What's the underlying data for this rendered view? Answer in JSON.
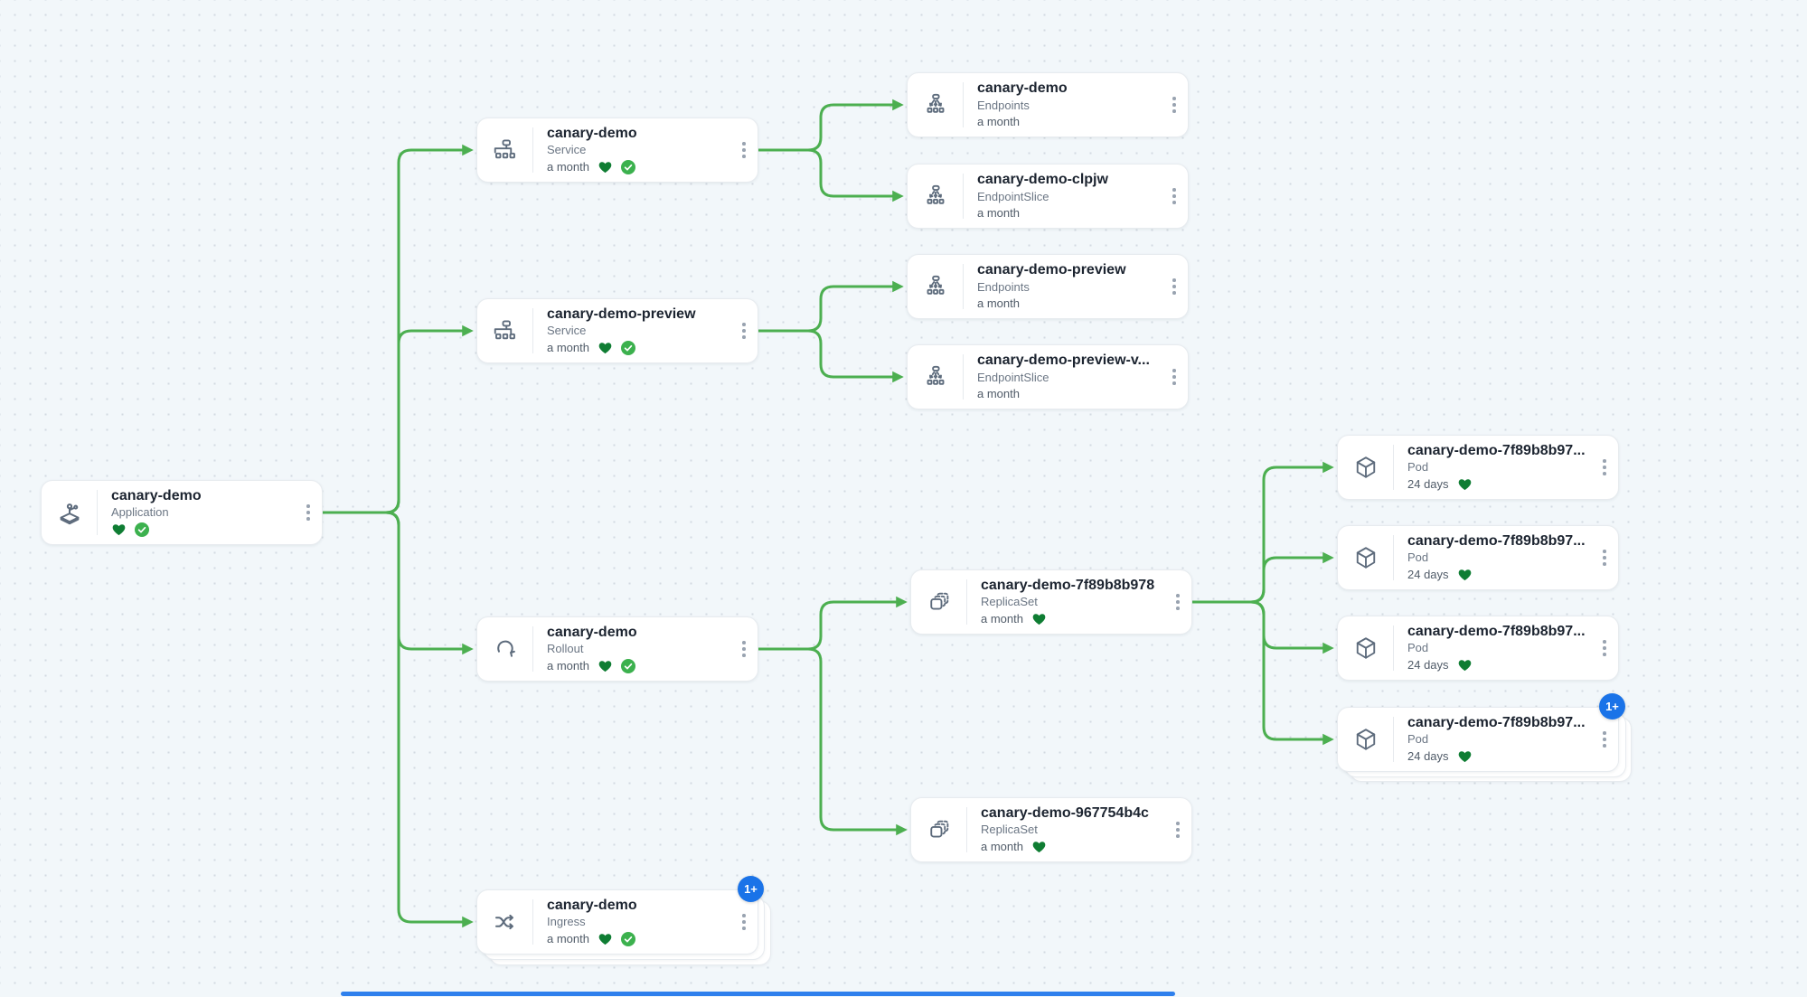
{
  "app": {
    "view_name": "resource-tree"
  },
  "colors": {
    "background": "#f2f7fa",
    "dot_grid": "#d3dae1",
    "edge_green": "#4caf50",
    "health_heart_green": "#0f7d33",
    "sync_check_green": "#3cb14e",
    "badge_blue": "#1a73e8",
    "card_background": "#ffffff"
  },
  "badge_label": "1+",
  "nodes": [
    {
      "id": "application",
      "name": "canary-demo",
      "kind": "Application",
      "age": "",
      "health": "healthy",
      "synced": true,
      "badge": ""
    },
    {
      "id": "svc-canary",
      "name": "canary-demo",
      "kind": "Service",
      "age": "a month",
      "health": "healthy",
      "synced": true,
      "badge": ""
    },
    {
      "id": "ep-canary",
      "name": "canary-demo",
      "kind": "Endpoints",
      "age": "a month",
      "health": "",
      "synced": false,
      "badge": ""
    },
    {
      "id": "eps-canary",
      "name": "canary-demo-clpjw",
      "kind": "EndpointSlice",
      "age": "a month",
      "health": "",
      "synced": false,
      "badge": ""
    },
    {
      "id": "svc-preview",
      "name": "canary-demo-preview",
      "kind": "Service",
      "age": "a month",
      "health": "healthy",
      "synced": true,
      "badge": ""
    },
    {
      "id": "ep-preview",
      "name": "canary-demo-preview",
      "kind": "Endpoints",
      "age": "a month",
      "health": "",
      "synced": false,
      "badge": ""
    },
    {
      "id": "eps-preview",
      "name": "canary-demo-preview-v...",
      "kind": "EndpointSlice",
      "age": "a month",
      "health": "",
      "synced": false,
      "badge": ""
    },
    {
      "id": "rollout",
      "name": "canary-demo",
      "kind": "Rollout",
      "age": "a month",
      "health": "healthy",
      "synced": true,
      "badge": ""
    },
    {
      "id": "rs-7f89b8b978",
      "name": "canary-demo-7f89b8b978",
      "kind": "ReplicaSet",
      "age": "a month",
      "health": "healthy",
      "synced": false,
      "badge": ""
    },
    {
      "id": "pod-1",
      "name": "canary-demo-7f89b8b97...",
      "kind": "Pod",
      "age": "24 days",
      "health": "healthy",
      "synced": false,
      "badge": ""
    },
    {
      "id": "pod-2",
      "name": "canary-demo-7f89b8b97...",
      "kind": "Pod",
      "age": "24 days",
      "health": "healthy",
      "synced": false,
      "badge": ""
    },
    {
      "id": "pod-3",
      "name": "canary-demo-7f89b8b97...",
      "kind": "Pod",
      "age": "24 days",
      "health": "healthy",
      "synced": false,
      "badge": ""
    },
    {
      "id": "pod-4",
      "name": "canary-demo-7f89b8b97...",
      "kind": "Pod",
      "age": "24 days",
      "health": "healthy",
      "synced": false,
      "badge": "1+"
    },
    {
      "id": "rs-967754b4c",
      "name": "canary-demo-967754b4c",
      "kind": "ReplicaSet",
      "age": "a month",
      "health": "healthy",
      "synced": false,
      "badge": ""
    },
    {
      "id": "ingress",
      "name": "canary-demo",
      "kind": "Ingress",
      "age": "a month",
      "health": "healthy",
      "synced": true,
      "badge": "1+"
    }
  ],
  "edges": [
    {
      "from": "application",
      "to": "svc-canary"
    },
    {
      "from": "application",
      "to": "svc-preview"
    },
    {
      "from": "application",
      "to": "rollout"
    },
    {
      "from": "application",
      "to": "ingress"
    },
    {
      "from": "svc-canary",
      "to": "ep-canary"
    },
    {
      "from": "svc-canary",
      "to": "eps-canary"
    },
    {
      "from": "svc-preview",
      "to": "ep-preview"
    },
    {
      "from": "svc-preview",
      "to": "eps-preview"
    },
    {
      "from": "rollout",
      "to": "rs-7f89b8b978"
    },
    {
      "from": "rollout",
      "to": "rs-967754b4c"
    },
    {
      "from": "rs-7f89b8b978",
      "to": "pod-1"
    },
    {
      "from": "rs-7f89b8b978",
      "to": "pod-2"
    },
    {
      "from": "rs-7f89b8b978",
      "to": "pod-3"
    },
    {
      "from": "rs-7f89b8b978",
      "to": "pod-4"
    }
  ]
}
